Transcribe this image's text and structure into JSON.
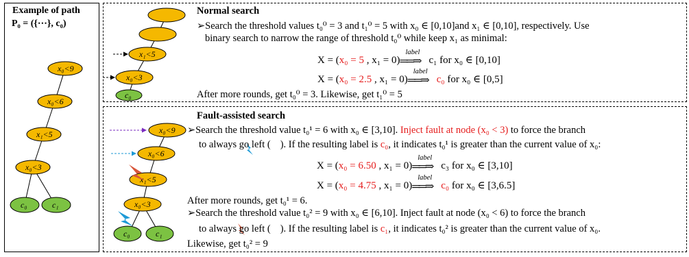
{
  "left_panel": {
    "title": "Example of path",
    "path_label": "P₀ = ({⋯}, c₀)"
  },
  "tree_nodes": {
    "x0_lt_9": "x₀<9",
    "x0_lt_6": "x₀<6",
    "x1_lt_5": "x₁<5",
    "x0_lt_3": "x₀<3",
    "c0": "c₀",
    "c1": "c₁"
  },
  "normal": {
    "title": "Normal search",
    "line1": "Search the threshold values t₀⁰ = 3 and t₁⁰ = 5 with x₀ ∈ [0,10]and x₁ ∈ [0,10], respectively. Use",
    "line2": "binary search to narrow the range of threshold t₀⁰ while keep x₁ as minimal:",
    "eq1_pre": "X = (",
    "eq1_red": "x₀ = 5",
    "eq1_mid": " , x₁ = 0)",
    "eq1_post": "c₁ for x₀ ∈ [0,10]",
    "eq2_pre": "X = (",
    "eq2_red": "x₀ = 2.5",
    "eq2_mid": " , x₁ = 0)",
    "eq2_post_red": "c₀",
    "eq2_post": " for x₀ ∈ [0,5]",
    "after": "After more rounds, get t₀⁰ = 3. Likewise, get t₁⁰ = 5",
    "arrow_label": "label"
  },
  "fault": {
    "title": "Fault-assisted search",
    "l1_a": "Search the threshold value t₀¹ = 6 with x₀ ∈ [3,10]. ",
    "l1_red": "Inject fault at node (x₀ < 3)",
    "l1_b": " to force the branch",
    "l2_a": "to always go left (",
    "l2_b": "). If the resulting label is ",
    "l2_red": "c₀",
    "l2_c": ", it indicates t₀¹ is greater than the current value of x₀:",
    "eq1_pre": "X = (",
    "eq1_red": "x₀ = 6.50",
    "eq1_mid": " , x₁ = 0)",
    "eq1_post": "c₃ for x₀ ∈ [3,10]",
    "eq2_pre": "X = (",
    "eq2_red": "x₀ = 4.75",
    "eq2_mid": " , x₁ = 0)",
    "eq2_post_red": "c₀",
    "eq2_post": " for x₀ ∈ [3,6.5]",
    "after1": "After more rounds, get t₀¹ = 6.",
    "l3": "Search the threshold value t₀² = 9 with x₀ ∈ [6,10]. Inject fault at node (x₀ < 6) to force the branch",
    "l4_a": "to always go left (",
    "l4_b": "). If the resulting label is ",
    "l4_red": "c₁",
    "l4_c": ", it indicates t₀² is greater than the current value of x₀.",
    "after2": "Likewise, get t₀² = 9",
    "arrow_label": "label"
  },
  "colors": {
    "node_fill": "#f5b800",
    "leaf_fill": "#7cc242",
    "red": "#e51c1c",
    "blue": "#1e9ad6",
    "purple": "#7a2bbf",
    "bolt_red": "#d8563a"
  }
}
